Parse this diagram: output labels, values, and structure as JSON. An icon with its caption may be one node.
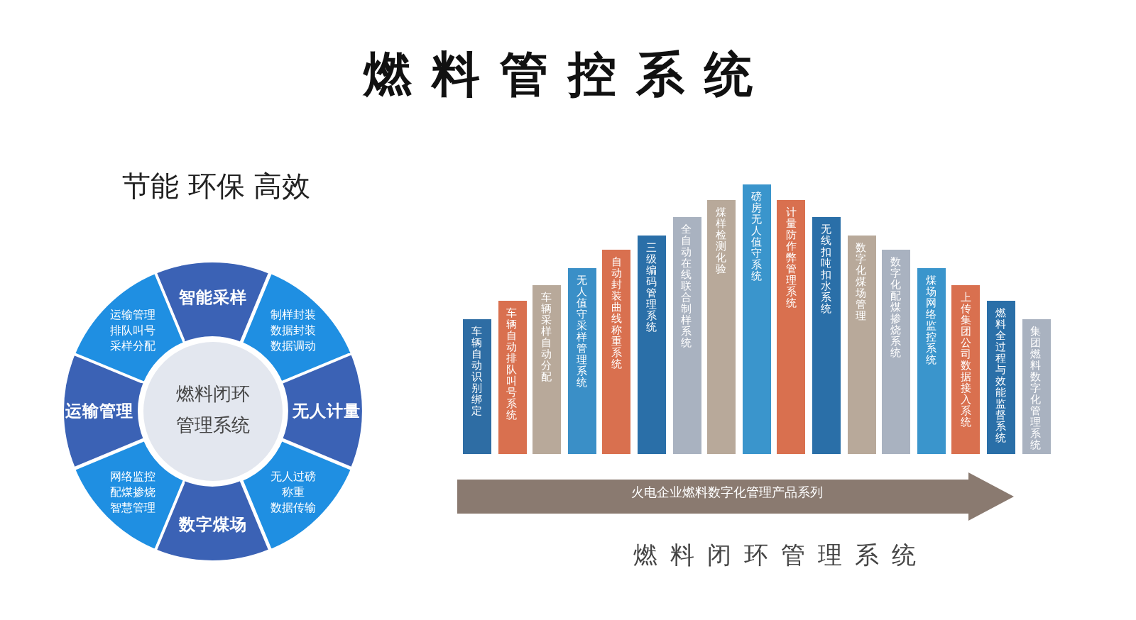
{
  "diagram": {
    "title": "燃料管控系统",
    "nodes": [
      {
        "text": [
          "燃料闭环管理系统"
        ]
      },
      {
        "text": [
          "智能采样"
        ]
      },
      {
        "text": [
          "制样封装",
          "数据封装",
          "数据调动"
        ]
      },
      {
        "text": [
          "无人计量"
        ]
      },
      {
        "text": [
          "无人过磅",
          "称重",
          "数据传输"
        ]
      },
      {
        "text": [
          "数字煤场"
        ]
      },
      {
        "text": [
          "网络监控",
          "配煤掺烧",
          "智慧管理"
        ]
      },
      {
        "text": [
          "运输管理"
        ]
      },
      {
        "text": [
          "运输管理",
          "排队叫号",
          "采样分配"
        ]
      },
      {
        "text": [
          "车辆自动识别绑定"
        ]
      },
      {
        "text": [
          "车辆自动排队叫号系统"
        ]
      },
      {
        "text": [
          "车辆采样自动分配"
        ]
      },
      {
        "text": [
          "无人值守采样管理系统"
        ]
      },
      {
        "text": [
          "自动封装曲线称重系统"
        ]
      },
      {
        "text": [
          "三级编码管理系统"
        ]
      },
      {
        "text": [
          "全自动在线联合制样系统"
        ]
      },
      {
        "text": [
          "煤样检测化验"
        ]
      },
      {
        "text": [
          "磅房无人值守系统"
        ]
      },
      {
        "text": [
          "计量防作弊管理系统"
        ]
      },
      {
        "text": [
          "无线扣吨扣水系统"
        ]
      },
      {
        "text": [
          "数字化煤场管理"
        ]
      },
      {
        "text": [
          "数字化配煤掺烧系统"
        ]
      },
      {
        "text": [
          "煤场网络监控系统"
        ]
      },
      {
        "text": [
          "上传集团公司数据接入系统"
        ]
      },
      {
        "text": [
          "燃料全过程与效能监督系统"
        ]
      },
      {
        "text": [
          "集团燃料数字化管理系统"
        ]
      }
    ],
    "labels": [
      "节能 环保 高效",
      "火电企业燃料数字化管理产品系列",
      "燃料闭环管理系统"
    ]
  }
}
